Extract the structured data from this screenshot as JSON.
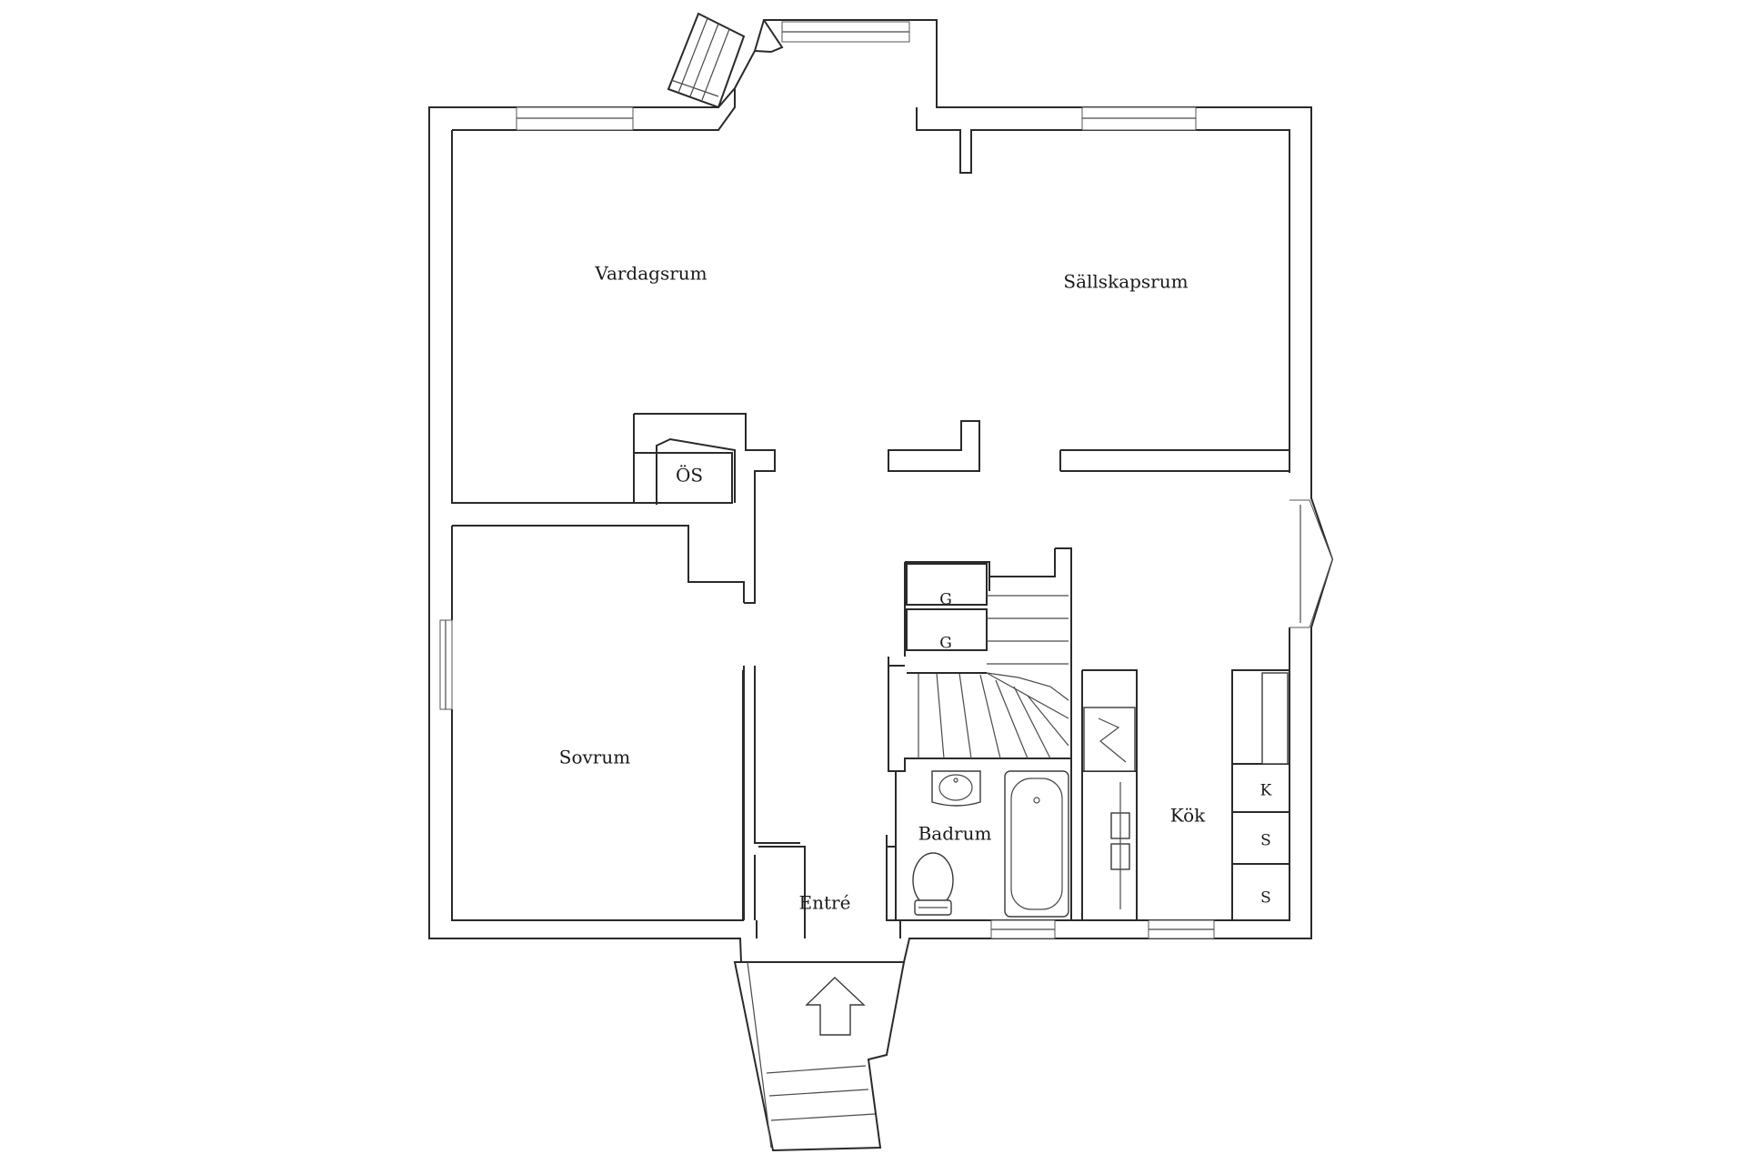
{
  "rooms": {
    "vardagsrum": "Vardagsrum",
    "sallskapsrum": "Sällskapsrum",
    "sovrum": "Sovrum",
    "badrum": "Badrum",
    "kok": "Kök",
    "entre": "Entré",
    "oppen_spis": "ÖS"
  },
  "marks": {
    "garderob_1": "G",
    "garderob_2": "G",
    "kyl": "K",
    "skap_1": "S",
    "skap_2": "S"
  },
  "colors": {
    "line": "#2a2a2a",
    "background": "#ffffff"
  }
}
